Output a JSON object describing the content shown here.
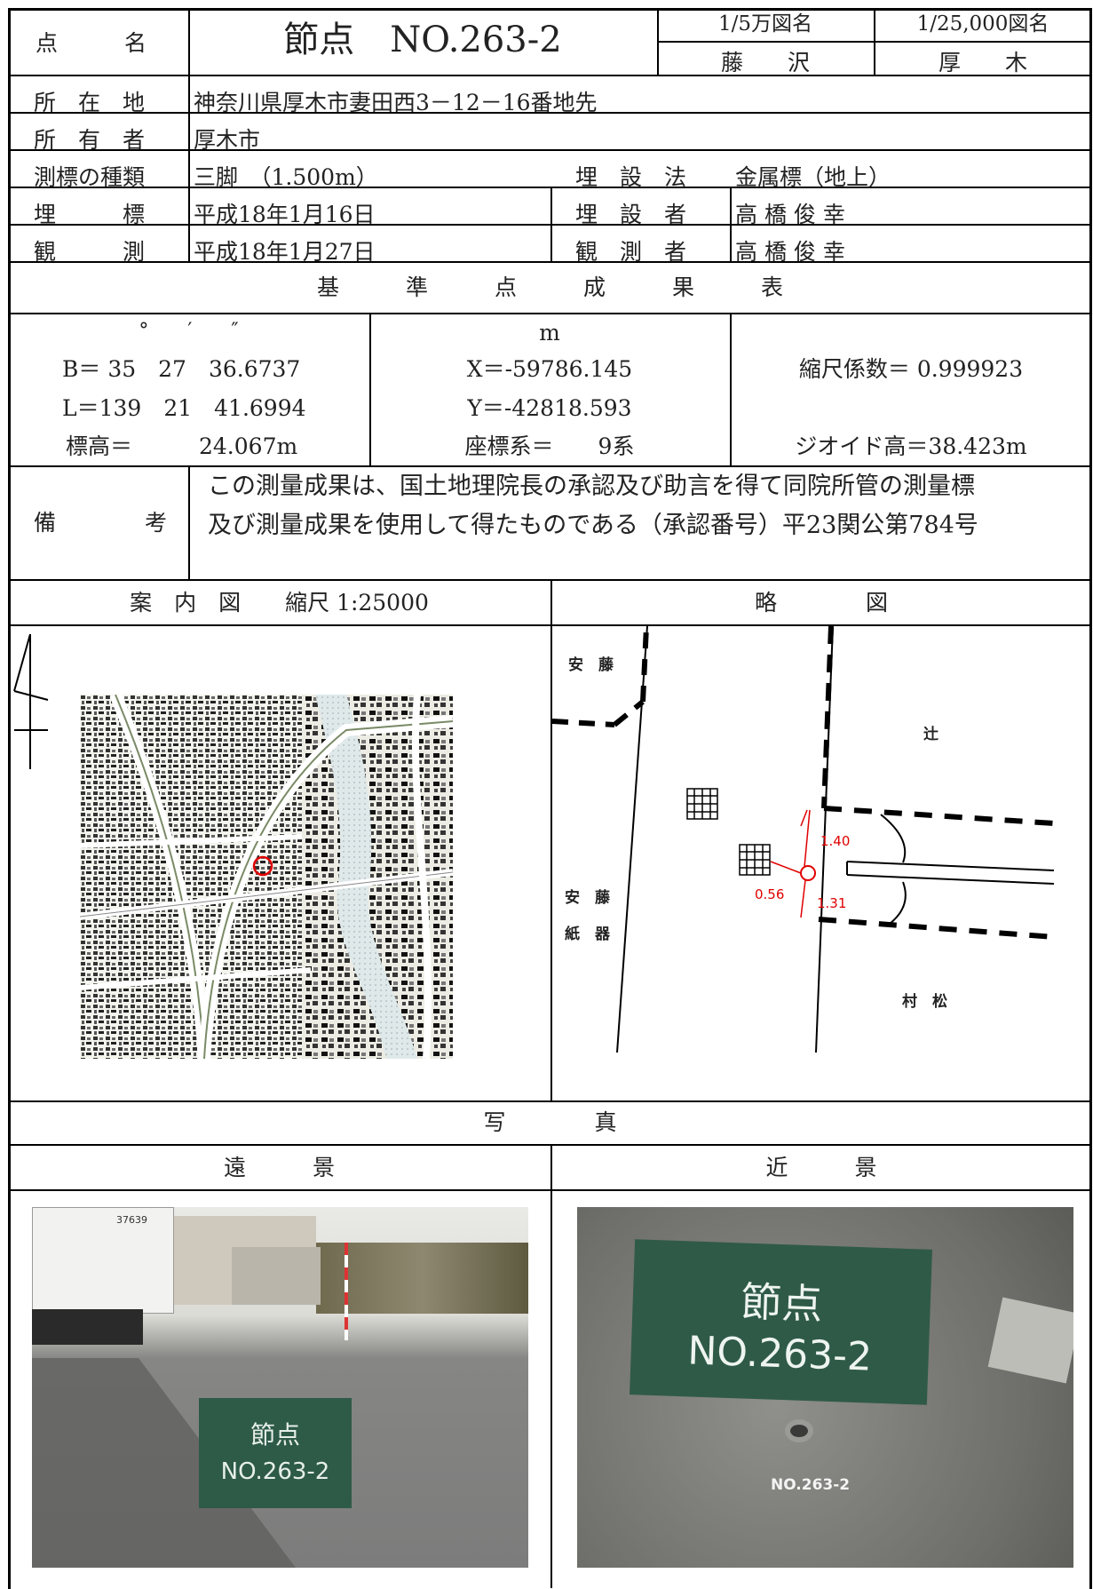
{
  "header": {
    "point_name_label": "点　　　名",
    "point_name": "節点　NO.263-2",
    "map50k_label": "1/5万図名",
    "map50k_value": "藤　　沢",
    "map25k_label": "1/25,000図名",
    "map25k_value": "厚　　木"
  },
  "info": {
    "location_label": "所　在　地",
    "location_value": "神奈川県厚木市妻田西3－12－16番地先",
    "owner_label": "所　有　者",
    "owner_value": "厚木市",
    "marker_type_label": "測標の種類",
    "marker_type_value": "三脚　（1.500m）",
    "burial_method_label": "埋　設　法",
    "burial_method_value": "金属標（地上）",
    "burial_label": "埋　　　標",
    "burial_date": "平成18年1月16日",
    "burier_label": "埋　設　者",
    "burier_value": "高 橋 俊 幸",
    "observation_label": "観　　　測",
    "observation_date": "平成18年1月27日",
    "observer_label": "観　測　者",
    "observer_value": "高 橋 俊 幸"
  },
  "results": {
    "title": "基　　　準　　　点　　　成　　　果　　　表",
    "dms_units": "°　　′　　″",
    "b_value": "B＝ 35　27　36.6737",
    "l_value": "L＝139　21　41.6994",
    "elevation": "標高＝　　　24.067m",
    "m_unit": "m",
    "x_value": "X＝-59786.145",
    "y_value": "Y＝-42818.593",
    "coord_system": "座標系＝　　9系",
    "scale_factor": "縮尺係数＝ 0.999923",
    "geoid_height": "ジオイド高＝38.423m"
  },
  "remarks": {
    "label": "備　　　　考",
    "line1": "この測量成果は、国土地理院長の承認及び助言を得て同院所管の測量標",
    "line2": "及び測量成果を使用して得たものである（承認番号）平23関公第784号"
  },
  "maps": {
    "guide_title": "案　内　図　　縮尺 1:25000",
    "sketch_title": "略　　　　図",
    "sketch_labels": {
      "ando_top": "安　藤",
      "tsuji": "辻",
      "ando_bottom": "安　藤",
      "shiki": "紙　器",
      "muramatsu": "村　松",
      "dist_1": "1.40",
      "dist_2": "0.56",
      "dist_3": "1.31"
    }
  },
  "photos": {
    "title": "写　　　　真",
    "far_title": "遠　　　景",
    "near_title": "近　　　景",
    "board_line1": "節点",
    "board_line2": "NO.263-2",
    "ground_label": "NO.263-2",
    "truck_number": "37639"
  },
  "colors": {
    "measure_red": "#e00000"
  }
}
